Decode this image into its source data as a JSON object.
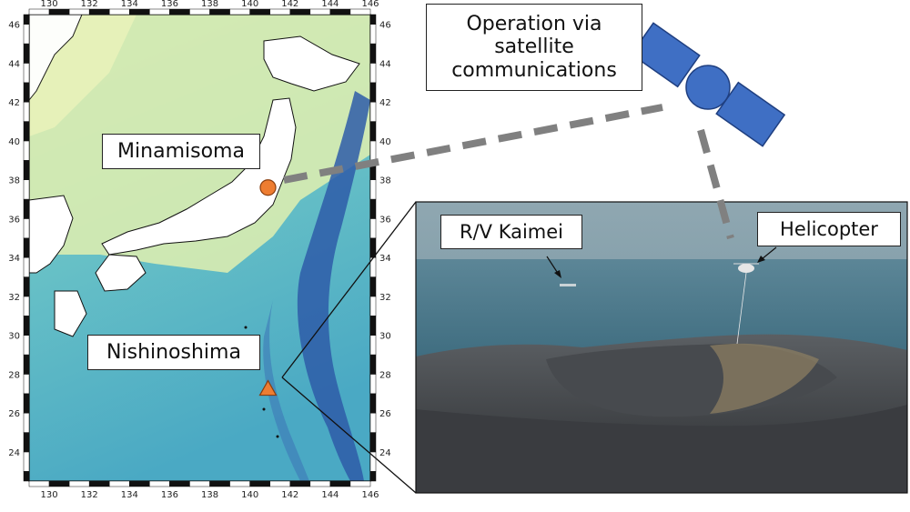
{
  "labels": {
    "satellite": "Operation via\nsatellite\ncommunications",
    "minamisoma": "Minamisoma",
    "nishinoshima": "Nishinoshima",
    "kaimei": "R/V Kaimei",
    "helicopter": "Helicopter"
  },
  "map": {
    "lon_ticks": [
      "130",
      "132",
      "134",
      "136",
      "138",
      "140",
      "142",
      "144",
      "146"
    ],
    "lat_ticks": [
      "46",
      "44",
      "42",
      "40",
      "38",
      "36",
      "34",
      "32",
      "30",
      "28",
      "26",
      "24"
    ],
    "lon_range": [
      129,
      146
    ],
    "lat_range": [
      22.5,
      46.5
    ],
    "sites": [
      {
        "name": "Minamisoma",
        "lon": 140.9,
        "lat": 37.6,
        "marker": "circle",
        "color": "#ee7d31"
      },
      {
        "name": "Nishinoshima",
        "lon": 140.9,
        "lat": 27.2,
        "marker": "triangle",
        "color": "#ee7d31"
      }
    ]
  },
  "colors": {
    "satellite": "#3f6fc4",
    "link": "#808080",
    "marker": "#ee7d31"
  },
  "icons": [
    "satellite-icon"
  ]
}
